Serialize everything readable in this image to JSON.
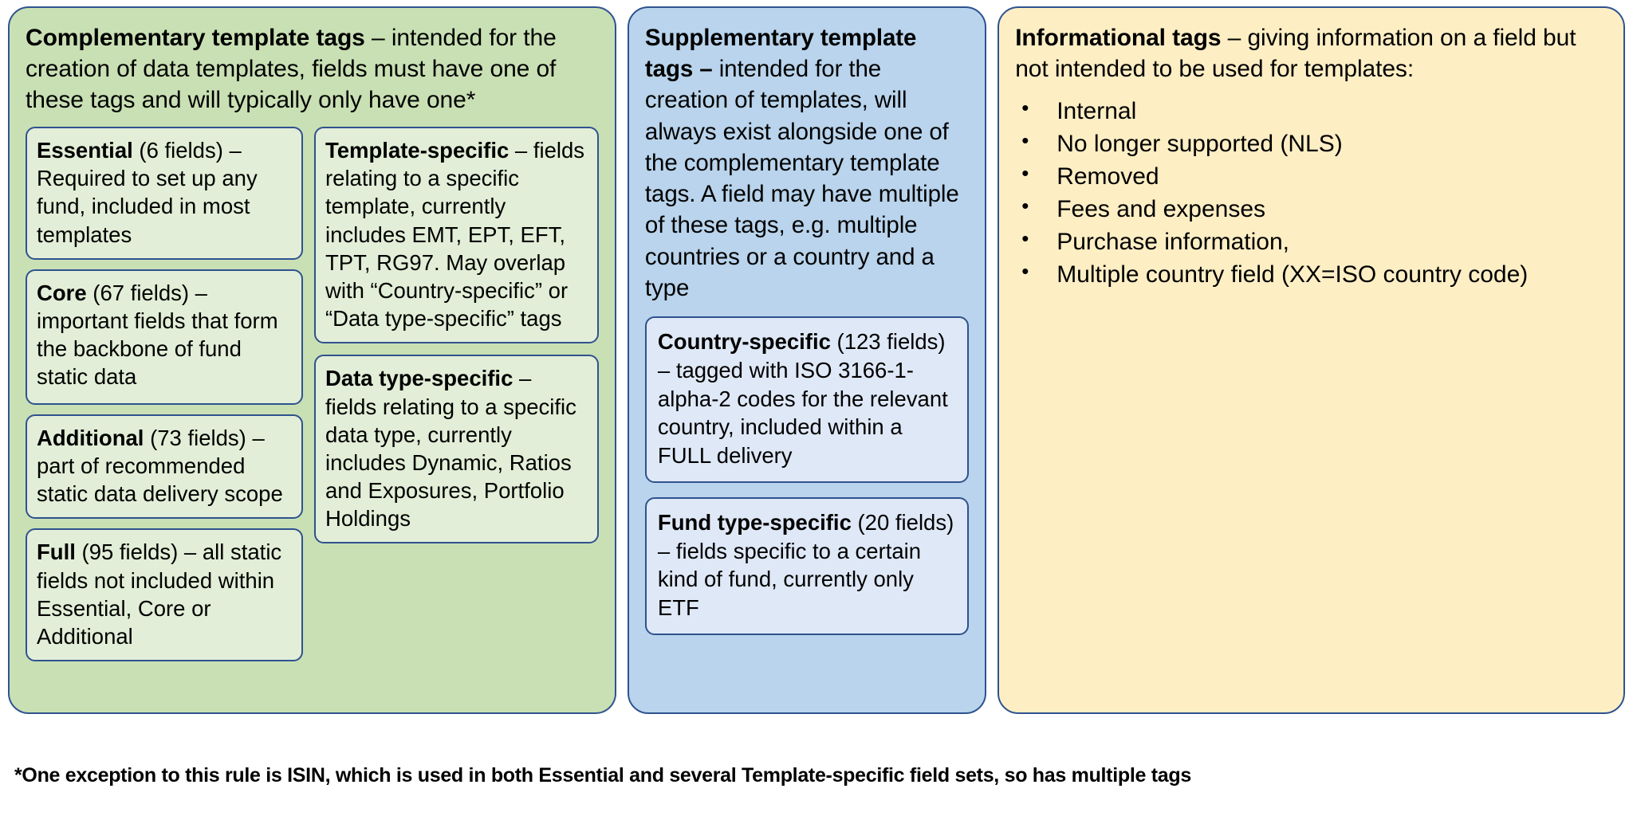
{
  "diagram": {
    "title_hidden": "",
    "colors": {
      "green_panel_bg": "#c9e0b4",
      "green_card_bg": "#e2eed7",
      "blue_panel_bg": "#b9d4ec",
      "blue_card_bg": "#dfe8f6",
      "yellow_panel_bg": "#fdeec4",
      "border": "#2e528f",
      "text": "#000000",
      "page_bg": "#ffffff"
    }
  },
  "complementary": {
    "heading": "Complementary template tags",
    "intro": " – intended for the creation of data templates, fields must have one of these tags and will typically only have one*",
    "cards_left": [
      {
        "heading": "Essential",
        "body": " (6 fields) – Required to set up any fund, included in most templates"
      },
      {
        "heading": "Core",
        "body": " (67 fields) – important fields that form the backbone of fund static data"
      },
      {
        "heading": "Additional",
        "body": " (73 fields) – part of recommended static data delivery scope"
      },
      {
        "heading": "Full",
        "body": " (95 fields) – all static fields not included within Essential, Core or Additional"
      }
    ],
    "cards_right": [
      {
        "heading": "Template-specific",
        "body": " – fields relating to a specific template, currently includes EMT, EPT, EFT, TPT, RG97. May overlap with “Country-specific” or “Data type-specific” tags"
      },
      {
        "heading": "Data type-specific",
        "body": " – fields relating to a specific data type, currently includes Dynamic, Ratios and Exposures, Portfolio Holdings"
      }
    ]
  },
  "supplementary": {
    "heading": "Supplementary template tags –",
    "intro": " intended for the creation of templates, will always exist alongside one of the complementary template tags. A field may have multiple of these tags, e.g. multiple countries or a country and a type",
    "cards": [
      {
        "heading": "Country-specific",
        "body": " (123 fields) – tagged with ISO 3166-1-alpha-2 codes for the relevant country, included within a FULL delivery"
      },
      {
        "heading": "Fund type-specific",
        "body": " (20 fields) – fields specific to a certain kind of fund, currently only ETF"
      }
    ]
  },
  "informational": {
    "heading": "Informational tags",
    "intro": " – giving information on a field but not intended to be used for templates:",
    "bullets": [
      "Internal",
      "No longer supported (NLS)",
      "Removed",
      "Fees and expenses",
      "Purchase information,",
      "Multiple country field (XX=ISO country code)"
    ]
  },
  "footnote": {
    "text": "*One exception to this rule is ISIN, which is used in both Essential and several Template-specific field sets, so has multiple tags"
  }
}
